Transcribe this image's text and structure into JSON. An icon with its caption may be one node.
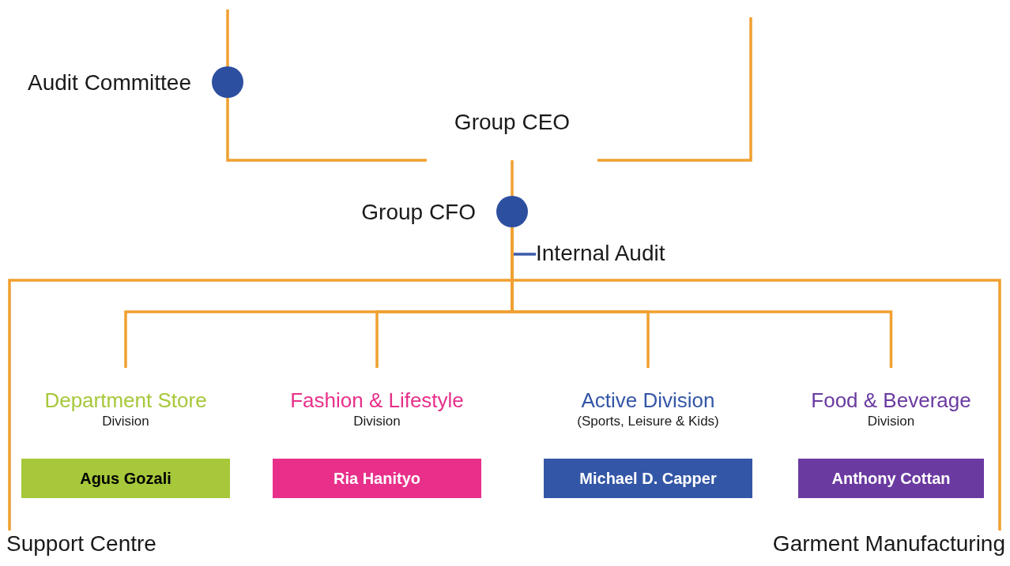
{
  "diagram": {
    "nodes": [
      {
        "text": [],
        "shape": "circle",
        "beside": [
          "Audit Committee"
        ]
      },
      {
        "text": [
          "Group CEO"
        ]
      },
      {
        "text": [],
        "shape": "circle",
        "beside": [
          "Group CFO"
        ]
      },
      {
        "text": [
          "Internal Audit"
        ]
      },
      {
        "text": [
          "Department Store",
          "Division",
          "Agus Gozali"
        ]
      },
      {
        "text": [
          "Fashion & Lifestyle",
          "Division",
          "Ria Hanityo"
        ]
      },
      {
        "text": [
          "Active Division",
          "(Sports, Leisure & Kids)",
          "Michael D. Capper"
        ]
      },
      {
        "text": [
          "Food & Beverage",
          "Division",
          "Anthony Cottan"
        ]
      },
      {
        "text": [
          "Support Centre"
        ]
      },
      {
        "text": [
          "Garment Manufacturing"
        ]
      }
    ],
    "edges": [
      {
        "from": null,
        "to": 0,
        "arrow": "none"
      },
      {
        "from": 0,
        "to": 1,
        "arrow": "none"
      },
      {
        "from": null,
        "to": 1,
        "arrow": "none"
      },
      {
        "from": 1,
        "to": 2,
        "arrow": "none"
      },
      {
        "from": 2,
        "to": 3,
        "arrow": "none",
        "color": "#3a5ba8"
      },
      {
        "from": 2,
        "to": 4,
        "arrow": "none"
      },
      {
        "from": 2,
        "to": 5,
        "arrow": "none"
      },
      {
        "from": 2,
        "to": 6,
        "arrow": "none"
      },
      {
        "from": 2,
        "to": 7,
        "arrow": "none"
      },
      {
        "from": 2,
        "to": 8,
        "arrow": "none"
      },
      {
        "from": 2,
        "to": 9,
        "arrow": "none"
      }
    ]
  }
}
